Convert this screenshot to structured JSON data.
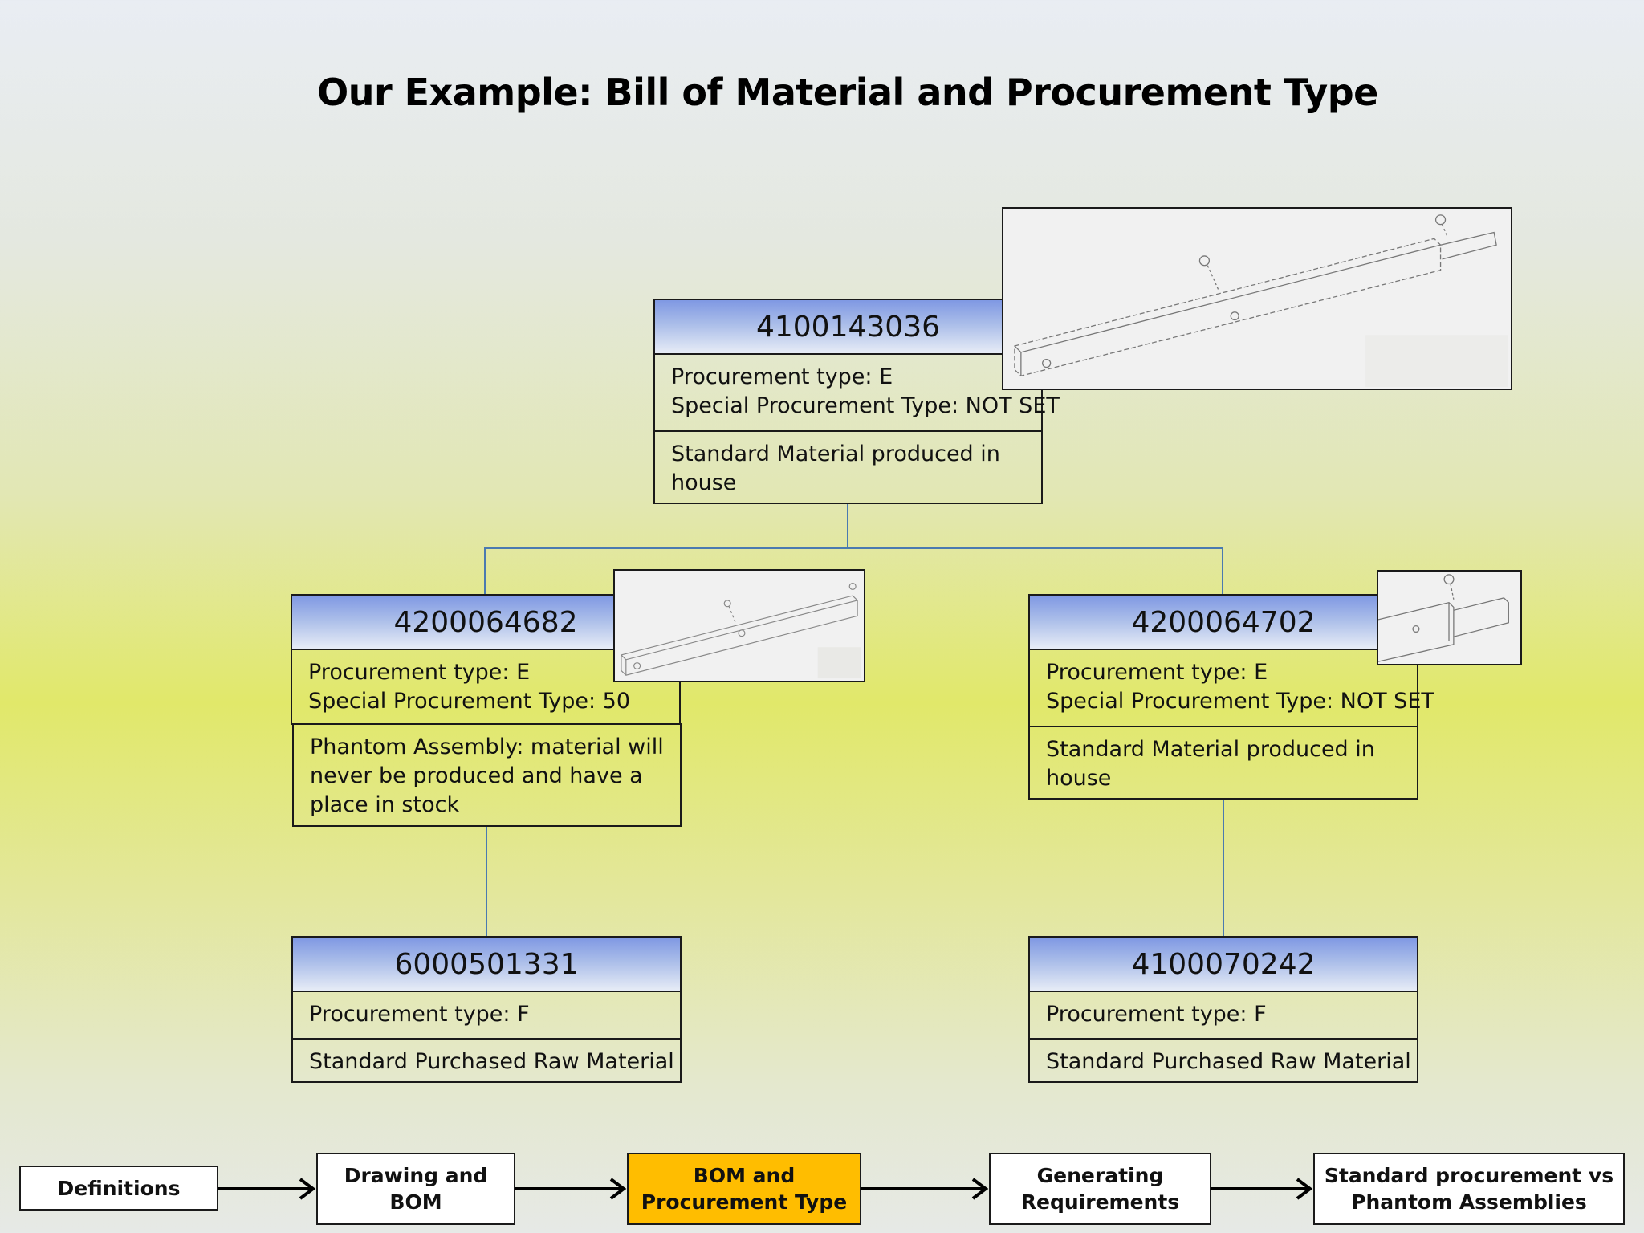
{
  "title": "Our Example: Bill of Material and Procurement Type",
  "nodes": {
    "root": {
      "id": "4100143036",
      "procurement": "Procurement type: E",
      "special": "Special Procurement Type: NOT SET",
      "desc_line1": "Standard Material produced in",
      "desc_line2": "house"
    },
    "phantom": {
      "id": "4200064682",
      "procurement": "Procurement type: E",
      "special": "Special Procurement Type: 50",
      "desc_line1": "Phantom Assembly: material  will",
      "desc_line2": "never  be produced and  have a",
      "desc_line3": "place in stock"
    },
    "inhouse": {
      "id": "4200064702",
      "procurement": "Procurement type: E",
      "special": "Special Procurement Type: NOT SET",
      "desc_line1": "Standard Material produced in",
      "desc_line2": "house"
    },
    "raw_left": {
      "id": "6000501331",
      "procurement": "Procurement type: F",
      "desc": "Standard Purchased Raw Material"
    },
    "raw_right": {
      "id": "4100070242",
      "procurement": "Procurement type: F",
      "desc": "Standard Purchased Raw Material"
    }
  },
  "navigation": [
    {
      "line1": "Definitions",
      "line2": "",
      "active": false
    },
    {
      "line1": "Drawing and",
      "line2": "BOM",
      "active": false
    },
    {
      "line1": "BOM and",
      "line2": "Procurement Type",
      "active": true
    },
    {
      "line1": "Generating",
      "line2": "Requirements",
      "active": false
    },
    {
      "line1": "Standard procurement vs",
      "line2": "Phantom Assemblies",
      "active": false
    }
  ],
  "colors": {
    "active_step": "#ffbd00",
    "header_gradient_top": "#7f98e3",
    "connector": "#4a7ab0"
  }
}
